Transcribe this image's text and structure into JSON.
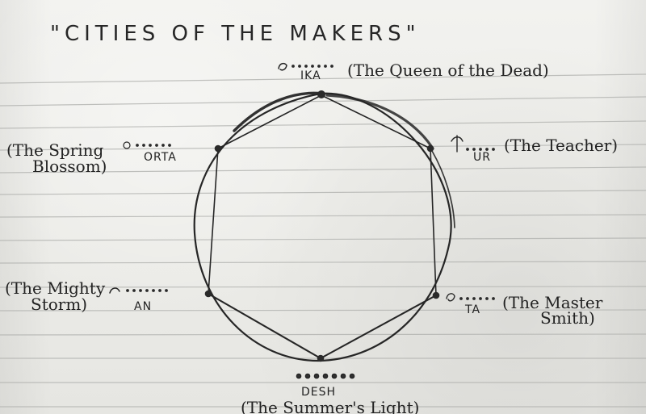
{
  "title": "\"CITIES OF THE MAKERS\"",
  "nodes": {
    "ika": {
      "name": "IKA",
      "description": "(The Queen of the Dead)"
    },
    "orta": {
      "name": "ORTA",
      "description_line1": "(The Spring",
      "description_line2": "Blossom)"
    },
    "ur": {
      "name": "UR",
      "description": "(The Teacher)"
    },
    "an": {
      "name": "AN",
      "description_line1": "(The Mighty",
      "description_line2": "Storm)"
    },
    "ta": {
      "name": "TA",
      "description_line1": "(The Master",
      "description_line2": "Smith)"
    },
    "desh": {
      "name": "DESH",
      "description": "(The Summer's Light)"
    }
  }
}
